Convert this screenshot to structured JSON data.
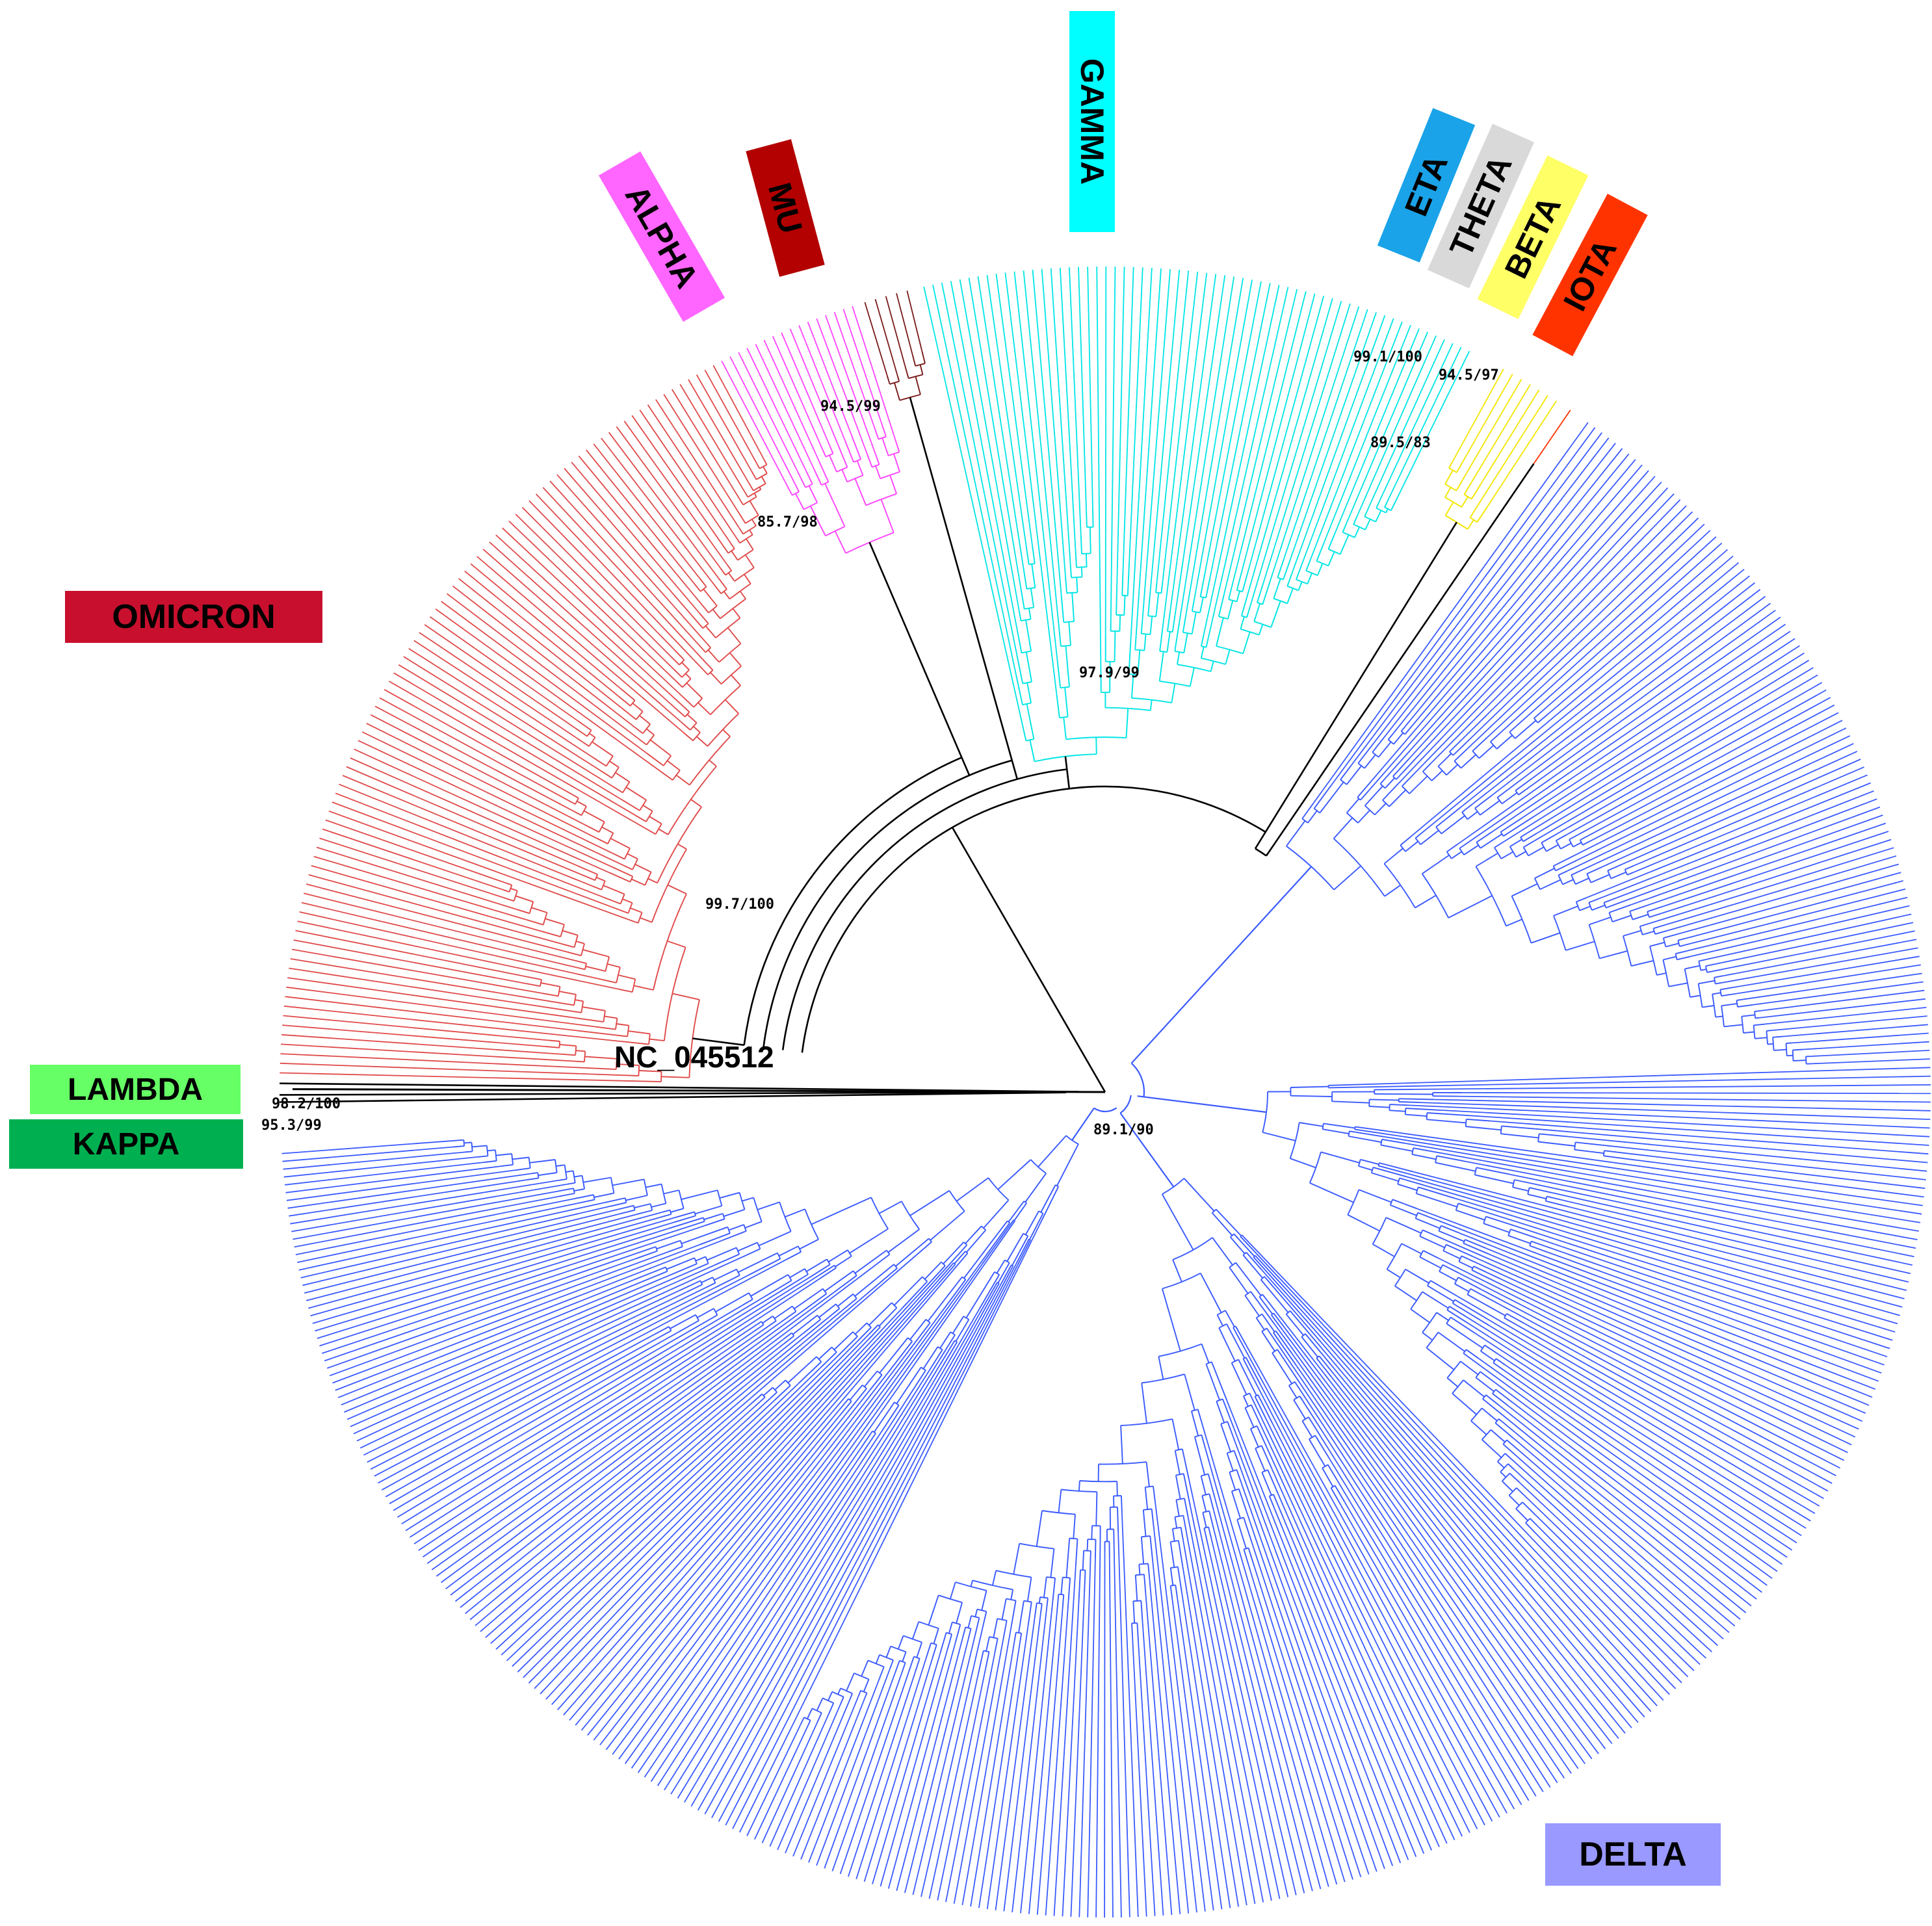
{
  "figure": {
    "root_label": "NC_045512"
  },
  "clades": [
    {
      "key": "omicron",
      "label": "OMICRON",
      "color": "#c8102e",
      "branch_color": "#e04a4a"
    },
    {
      "key": "alpha",
      "label": "ALPHA",
      "color": "#ff66ff",
      "branch_color": "#ff44ff"
    },
    {
      "key": "mu",
      "label": "MU",
      "color": "#b30000",
      "branch_color": "#7a1a1a"
    },
    {
      "key": "gamma",
      "label": "GAMMA",
      "color": "#00ffff",
      "branch_color": "#00e5e5"
    },
    {
      "key": "eta",
      "label": "ETA",
      "color": "#1aa3e8",
      "branch_color": "#1aa3e8"
    },
    {
      "key": "theta",
      "label": "THETA",
      "color": "#d9d9d9",
      "branch_color": "#bfbfbf"
    },
    {
      "key": "beta",
      "label": "BETA",
      "color": "#ffff66",
      "branch_color": "#f2e600"
    },
    {
      "key": "iota",
      "label": "IOTA",
      "color": "#ff3300",
      "branch_color": "#ff3300"
    },
    {
      "key": "lambda",
      "label": "LAMBDA",
      "color": "#66ff66",
      "branch_color": "#33cc33"
    },
    {
      "key": "kappa",
      "label": "KAPPA",
      "color": "#00b050",
      "branch_color": "#00b050"
    },
    {
      "key": "delta",
      "label": "DELTA",
      "color": "#9999ff",
      "branch_color": "#3b5bff"
    }
  ],
  "support_values": [
    {
      "key": "omicron",
      "text": "99.7/100"
    },
    {
      "key": "alpha",
      "text": "85.7/98"
    },
    {
      "key": "mu",
      "text": "94.5/99"
    },
    {
      "key": "gamma",
      "text": "97.9/99"
    },
    {
      "key": "eta",
      "text": "99.1/100"
    },
    {
      "key": "beta",
      "text": "94.5/97"
    },
    {
      "key": "iota",
      "text": "89.5/83"
    },
    {
      "key": "lambda",
      "text": "98.2/100"
    },
    {
      "key": "kappa",
      "text": "95.3/99"
    },
    {
      "key": "delta",
      "text": "89.1/90"
    }
  ],
  "colors": {
    "backbone": "#000000",
    "delta_branches": "#3b5bff",
    "omicron_branches": "#e04a4a"
  }
}
